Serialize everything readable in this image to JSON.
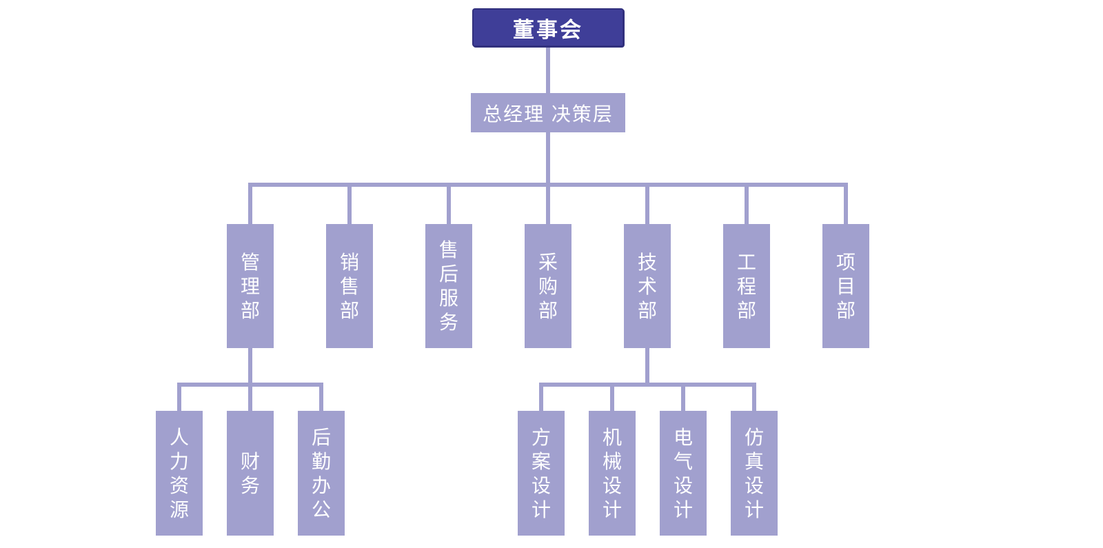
{
  "org": {
    "root": "董事会",
    "executive": "总经理 决策层",
    "departments": [
      {
        "label": "管理部",
        "children": [
          "人力资源",
          "财务",
          "后勤办公"
        ]
      },
      {
        "label": "销售部",
        "children": []
      },
      {
        "label": "售后服务",
        "children": []
      },
      {
        "label": "采购部",
        "children": []
      },
      {
        "label": "技术部",
        "children": [
          "方案设计",
          "机械设计",
          "电气设计",
          "仿真设计"
        ]
      },
      {
        "label": "工程部",
        "children": []
      },
      {
        "label": "项目部",
        "children": []
      }
    ],
    "colors": {
      "root_box": "#3f3e98",
      "root_outline": "#31307d",
      "node_box": "#a1a0ce",
      "connector": "#a1a0ce",
      "label_text": "#ffffff"
    }
  }
}
